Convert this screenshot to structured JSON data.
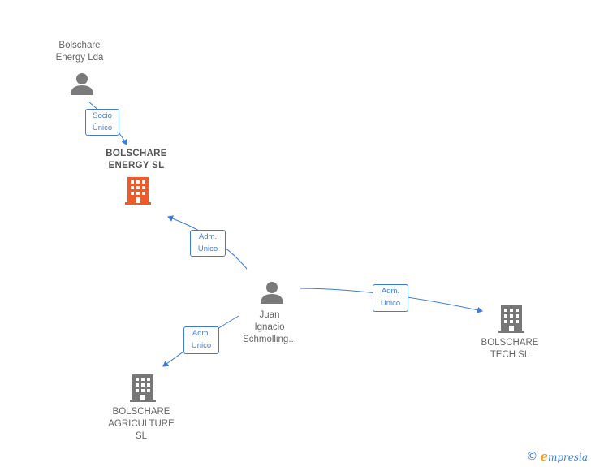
{
  "nodes": {
    "bolschare_energy_lda": {
      "label": "Bolschare\nEnergy Lda",
      "type": "person"
    },
    "bolschare_energy_sl": {
      "label": "BOLSCHARE\nENERGY  SL",
      "type": "company",
      "color": "#f05a28"
    },
    "juan_ignacio": {
      "label": "Juan\nIgnacio\nSchmolling...",
      "type": "person"
    },
    "bolschare_tech_sl": {
      "label": "BOLSCHARE\nTECH  SL",
      "type": "company",
      "color": "#777777"
    },
    "bolschare_agriculture_sl": {
      "label": "BOLSCHARE\nAGRICULTURE\nSL",
      "type": "company",
      "color": "#777777"
    }
  },
  "edges": {
    "e1": {
      "label": "Socio\nÚnico"
    },
    "e2": {
      "label": "Adm.\nUnico"
    },
    "e3": {
      "label": "Adm.\nUnico"
    },
    "e4": {
      "label": "Adm.\nUnico"
    }
  },
  "colors": {
    "edge": "#3b7dd8",
    "person_icon": "#7a7a7a"
  },
  "footer": {
    "copyright_symbol": "©",
    "brand_initial": "e",
    "brand_rest": "mpresia"
  }
}
